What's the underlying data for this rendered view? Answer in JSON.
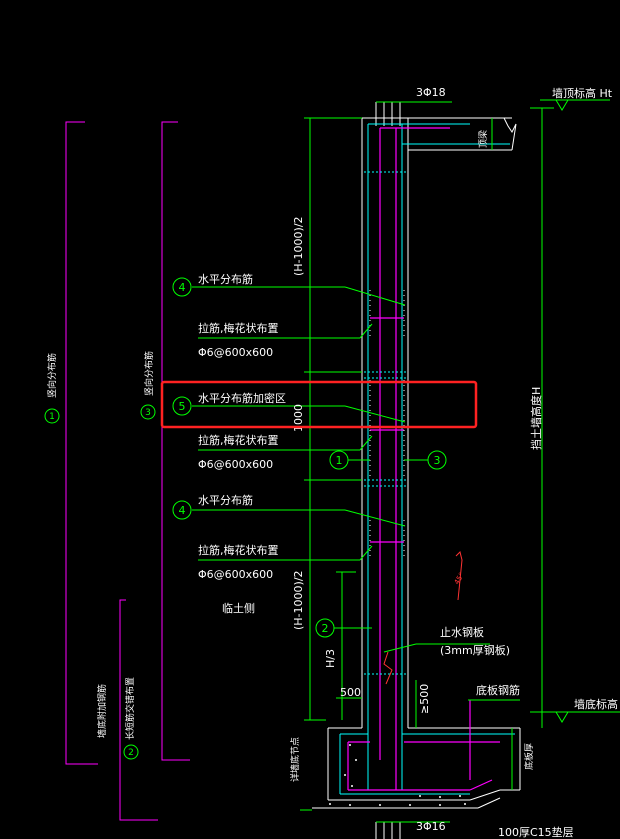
{
  "labels": {
    "top_bars": "3Φ18",
    "bottom_bars": "3Φ16",
    "wall_top_elev": "墙顶标高 Ht",
    "wall_bottom_elev": "墙底标高 H",
    "wall_height": "挡土墙高度H",
    "top_beam": "顶梁",
    "horiz_dist_rebar": "水平分布筋",
    "tie_bars": "拉筋,梅花状布置",
    "tie_spacing": "Φ6@600x600",
    "horiz_dense_zone": "水平分布筋加密区",
    "vert_dist_rebar": "竖向分布筋",
    "dim_half_upper": "(H-1000)/2",
    "dim_half_lower": "(H-1000)/2",
    "dim_1000": "1000",
    "dim_h3": "H/3",
    "dim_500": "500",
    "dim_500b": "≥500",
    "soil_side": "临土侧",
    "waterstop": "止水钢板",
    "waterstop_spec": "(3mm厚钢板)",
    "base_rebar": "底板钢筋",
    "base_plate": "底板厚",
    "wall_bottom_add": "墙底附加钢筋",
    "long_side_rebar": "长短筋交错布置",
    "base_node": "详墙底节点",
    "cushion": "100厚C15垫层",
    "c1": "1",
    "c2": "2",
    "c3": "3",
    "c4": "4",
    "c5": "5"
  },
  "colors": {
    "wall": "#ffffff",
    "dim": "#00ff00",
    "rebar_cyan": "#00ffff",
    "rebar_magenta": "#ff00ff",
    "highlight": "#ff2222",
    "leader": "#00ff00"
  }
}
